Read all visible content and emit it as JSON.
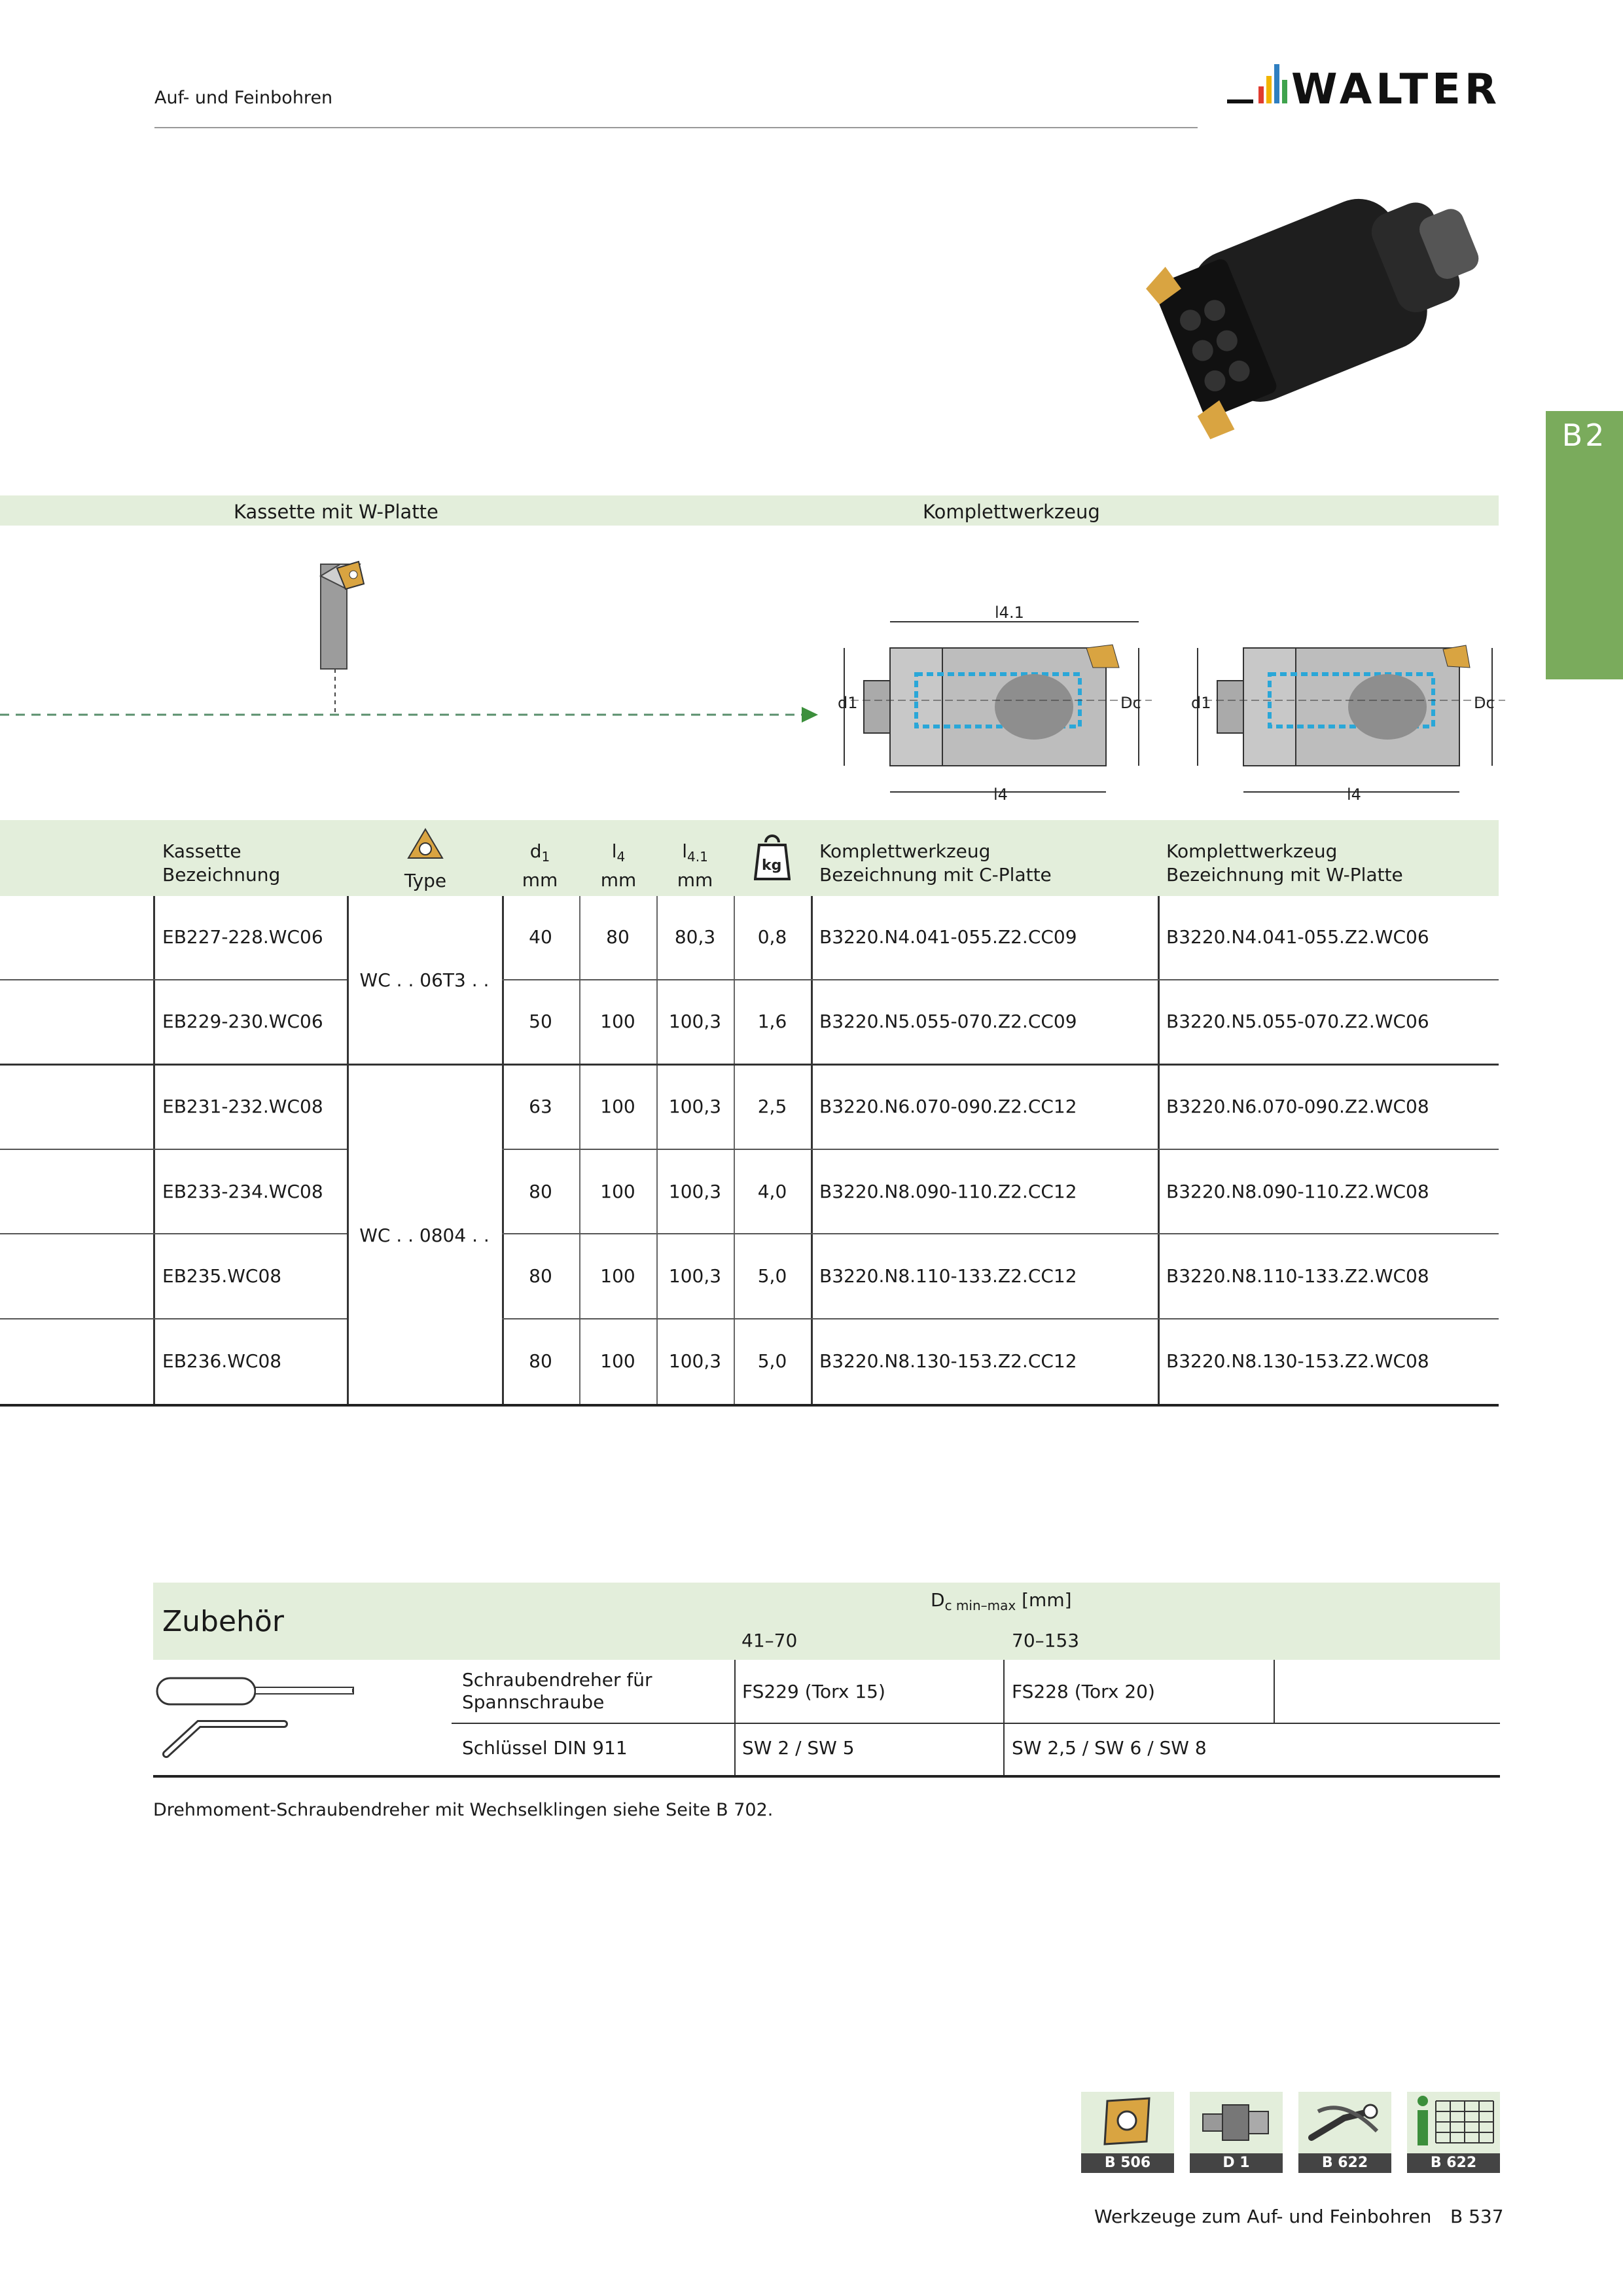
{
  "header": {
    "title": "Auf- und Feinbohren",
    "logo_text": "WALTER"
  },
  "side_tab": {
    "label": "B2"
  },
  "band": {
    "left_label": "Kassette mit W-Platte",
    "right_label": "Komplettwerkzeug"
  },
  "diagram": {
    "dim_l41": "l4.1",
    "dim_l4": "l4",
    "dim_d1": "d1",
    "dim_dc": "Dc"
  },
  "table": {
    "headers": {
      "kassette": "Kassette",
      "bezeichnung": "Bezeichnung",
      "type": "Type",
      "d1": "d",
      "d1_sub": "1",
      "l4": "l",
      "l4_sub": "4",
      "l41": "l",
      "l41_sub": "4.1",
      "mm": "mm",
      "kg": "kg",
      "komplett_c_1": "Komplettwerkzeug",
      "komplett_c_2": "Bezeichnung mit C-Platte",
      "komplett_w_1": "Komplettwerkzeug",
      "komplett_w_2": "Bezeichnung mit W-Platte"
    },
    "type_groups": [
      "WC . . 06T3 . .",
      "WC . . 0804 . ."
    ],
    "rows": [
      {
        "kassette": "EB227-228.WC06",
        "d1": "40",
        "l4": "80",
        "l41": "80,3",
        "kg": "0,8",
        "c_plate": "B3220.N4.041-055.Z2.CC09",
        "w_plate": "B3220.N4.041-055.Z2.WC06"
      },
      {
        "kassette": "EB229-230.WC06",
        "d1": "50",
        "l4": "100",
        "l41": "100,3",
        "kg": "1,6",
        "c_plate": "B3220.N5.055-070.Z2.CC09",
        "w_plate": "B3220.N5.055-070.Z2.WC06"
      },
      {
        "kassette": "EB231-232.WC08",
        "d1": "63",
        "l4": "100",
        "l41": "100,3",
        "kg": "2,5",
        "c_plate": "B3220.N6.070-090.Z2.CC12",
        "w_plate": "B3220.N6.070-090.Z2.WC08"
      },
      {
        "kassette": "EB233-234.WC08",
        "d1": "80",
        "l4": "100",
        "l41": "100,3",
        "kg": "4,0",
        "c_plate": "B3220.N8.090-110.Z2.CC12",
        "w_plate": "B3220.N8.090-110.Z2.WC08"
      },
      {
        "kassette": "EB235.WC08",
        "d1": "80",
        "l4": "100",
        "l41": "100,3",
        "kg": "5,0",
        "c_plate": "B3220.N8.110-133.Z2.CC12",
        "w_plate": "B3220.N8.110-133.Z2.WC08"
      },
      {
        "kassette": "EB236.WC08",
        "d1": "80",
        "l4": "100",
        "l41": "100,3",
        "kg": "5,0",
        "c_plate": "B3220.N8.130-153.Z2.CC12",
        "w_plate": "B3220.N8.130-153.Z2.WC08"
      }
    ]
  },
  "accessories": {
    "title": "Zubehör",
    "range_header": "D",
    "range_header_sub": "c min–max",
    "range_unit": "[mm]",
    "range_1": "41–70",
    "range_2": "70–153",
    "items": [
      {
        "label_1": "Schraubendreher für",
        "label_2": "Spannschraube",
        "val_1": "FS229 (Torx 15)",
        "val_2": "FS228 (Torx 20)"
      },
      {
        "label_1": "Schlüssel DIN 911",
        "label_2": "",
        "val_1": "SW 2 / SW 5",
        "val_2": "SW 2,5 / SW 6 / SW 8"
      }
    ],
    "note": "Drehmoment-Schraubendreher mit Wechselklingen siehe Seite B 702."
  },
  "footer_icons": [
    {
      "icon": "insert-icon",
      "label": "B 506"
    },
    {
      "icon": "adapter-icon",
      "label": "D 1"
    },
    {
      "icon": "wrench-icon",
      "label": "B 622"
    },
    {
      "icon": "info-table-icon",
      "label": "B 622"
    }
  ],
  "footer": {
    "text": "Werkzeuge zum Auf- und Feinbohren",
    "page": "B 537"
  },
  "colors": {
    "green_band": "#e3eedb",
    "green_tab": "#7aab5c",
    "insert_gold": "#d9a441",
    "coolant_blue": "#2aa7d8"
  }
}
